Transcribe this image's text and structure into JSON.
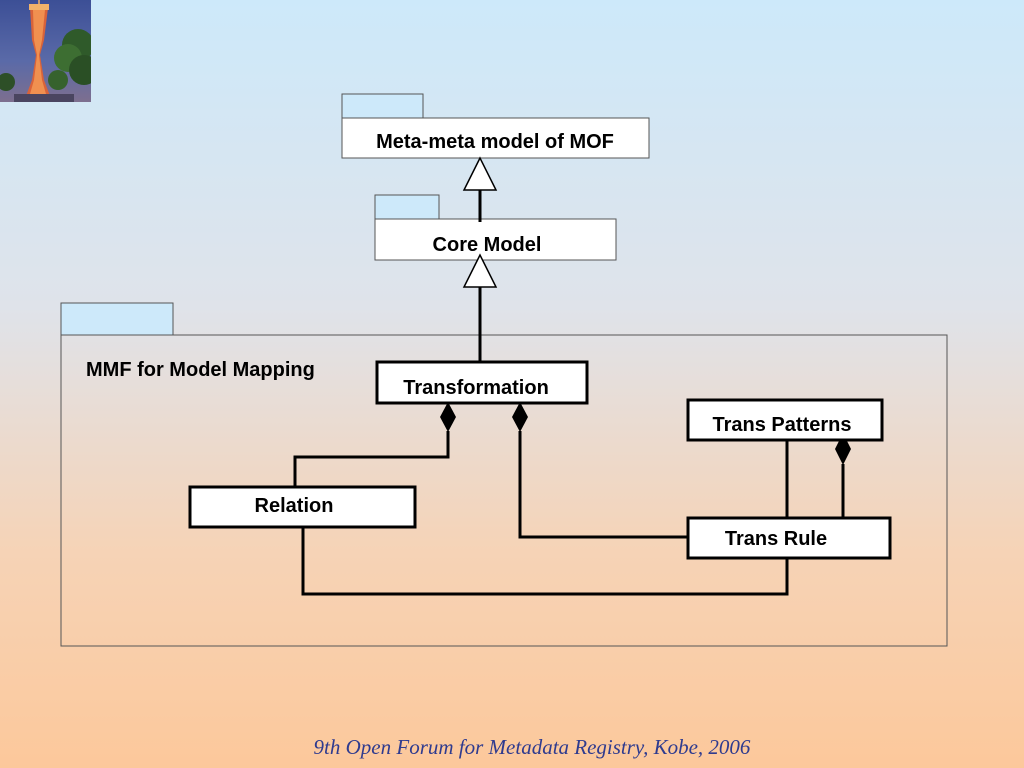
{
  "packages": {
    "meta_meta": {
      "name": "Meta-meta model of MOF"
    },
    "core": {
      "name": "Core Model"
    },
    "mmf": {
      "name": "MMF for Model Mapping"
    }
  },
  "classes": {
    "transformation": "Transformation",
    "trans_patterns": "Trans Patterns",
    "relation": "Relation",
    "trans_rule": "Trans Rule"
  },
  "footer": "9th Open Forum for Metadata Registry, Kobe, 2006",
  "colors": {
    "package_tab": "#cde9fa",
    "footer_text": "#2f3b8f"
  }
}
